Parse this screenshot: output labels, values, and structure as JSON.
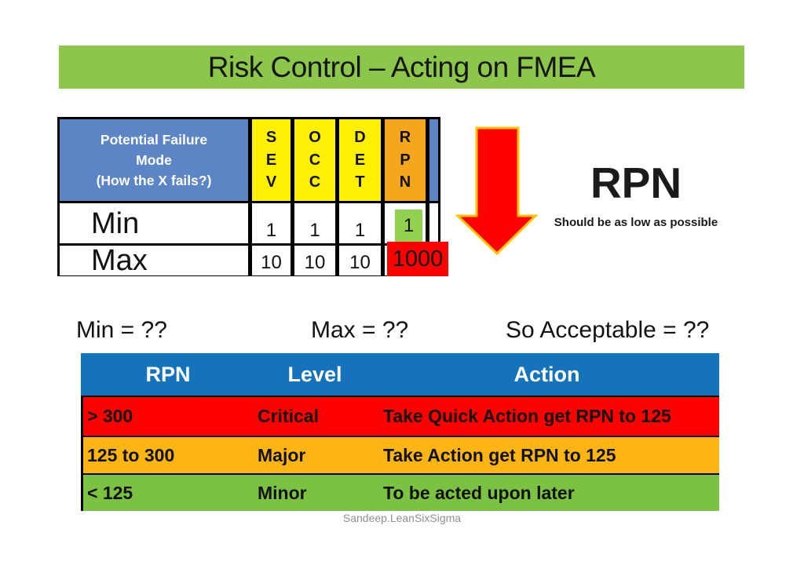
{
  "title_bar": {
    "text": "Risk Control – Acting on FMEA"
  },
  "fmea_table": {
    "header_title": "Potential Failure\nMode\n(How the X fails?)",
    "factor_columns": [
      {
        "letters": "S\nE\nV"
      },
      {
        "letters": "O\nC\nC"
      },
      {
        "letters": "D\nE\nT"
      },
      {
        "letters": "R\nP\nN"
      }
    ],
    "rows": [
      {
        "label": "Min",
        "sev": "1",
        "occ": "1",
        "det": "1",
        "rpn": "1"
      },
      {
        "label": "Max",
        "sev": "10",
        "occ": "10",
        "det": "10",
        "rpn": "1000"
      }
    ]
  },
  "rpn_callout": {
    "heading": "RPN",
    "subheading": "Should be as low as possible"
  },
  "questions": {
    "min": "Min = ??",
    "max": "Max = ??",
    "acceptable": "So Acceptable = ??"
  },
  "action_table": {
    "headers": {
      "rpn": "RPN",
      "level": "Level",
      "action": "Action"
    },
    "rows": [
      {
        "rpn": "> 300",
        "level": "Critical",
        "action": "Take Quick Action get RPN to 125"
      },
      {
        "rpn": "125 to 300",
        "level": "Major",
        "action": "Take Action get RPN to 125"
      },
      {
        "rpn": "< 125",
        "level": "Minor",
        "action": "To be acted upon later"
      }
    ]
  },
  "footer": {
    "text": "Sandeep.LeanSixSigma"
  },
  "colors": {
    "title_bar_green": "#8cc64a",
    "fmea_header_blue": "#5b85c5",
    "factor_yellow": "#ffef00",
    "rpn_orange": "#f4a71d",
    "min_green": "#92d050",
    "max_red": "#fe0000",
    "arrow_red": "#fe0000",
    "arrow_outline": "#ffc000",
    "action_header_blue": "#1573bb",
    "action_red": "#fe0000",
    "action_orange": "#fdb515",
    "action_green": "#7cc242"
  }
}
